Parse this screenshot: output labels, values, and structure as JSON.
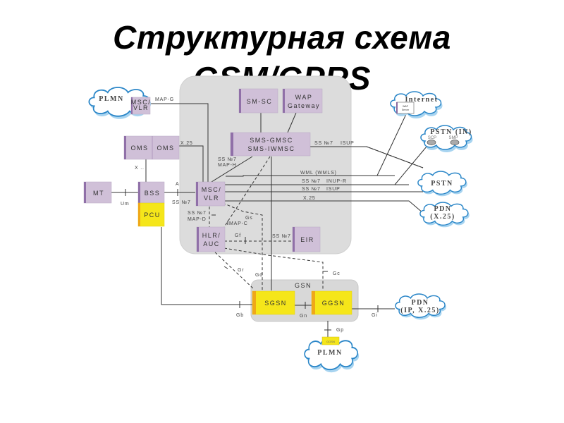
{
  "title": {
    "line1": "Структурная схема",
    "line2": "GSM/GPRS"
  },
  "colors": {
    "core_panel": "#dcdcdc",
    "node_fill": "#d0c0d8",
    "node_side": "#9070a8",
    "gprs_fill": "#f5e61a",
    "gprs_side": "#f0a818",
    "cloud_stroke": "#2a86c8",
    "cloud_shadow": "#a8d4f0",
    "line": "#333333"
  },
  "nodes": {
    "mt": "MT",
    "bss": "BSS",
    "pcu": "PCU",
    "oms1": "OMS",
    "oms2": "OMS",
    "msc_vlr_l1": "MSC/",
    "msc_vlr_l2": "VLR",
    "hlr_auc_l1": "HLR/",
    "hlr_auc_l2": "AUC",
    "eir": "EIR",
    "sm_sc": "SM-SC",
    "wap_gw_l1": "WAP",
    "wap_gw_l2": "Gateway",
    "sms_gmsc_l1": "SMS-GMSC",
    "sms_gmsc_l2": "SMS-IWMSC",
    "sgsn": "SGSN",
    "ggsn": "GGSN",
    "gsn_group": "GSN",
    "plmn_msc_l1": "MSC/",
    "plmn_msc_l2": "VLR",
    "plmn_ggsn": "GGSN",
    "wap_server_l1": "WAP",
    "wap_server_l2": "Server",
    "scp": "SCP",
    "smp": "SMP"
  },
  "clouds": {
    "plmn_top": "PLMN",
    "internet": "Internet",
    "pstn_in": "PSTN (IN)",
    "pstn": "PSTN",
    "pdn_x25_l1": "PDN",
    "pdn_x25_l2": "(X.25)",
    "pdn_ip_l1": "PDN",
    "pdn_ip_l2": "(IP, X.25)",
    "plmn_bottom": "PLMN"
  },
  "interfaces": {
    "map_g": "MAP-G",
    "x25_oms": "X.25",
    "x_oms_bss": "X ..",
    "um": "Um",
    "a": "A",
    "ss7_a": "SS №7",
    "ss7_map_h_1": "SS №7",
    "ss7_map_h_2": "MAP-H",
    "ss7_isup_sms_1": "SS №7",
    "ss7_isup_sms_2": "ISUP",
    "wml": "WML (WMLS)",
    "ss7_inup_1": "SS №7",
    "ss7_inup_2": "INUP-R",
    "ss7_isup_1": "SS №7",
    "ss7_isup_2": "ISUP",
    "x25_msc": "X.25",
    "ss7_map_d_1": "SS №7",
    "ss7_map_d_2": "MAP-D",
    "map_c": "MAP-C",
    "gs": "Gs",
    "gf": "Gf",
    "ss7_eir": "SS №7",
    "gr": "Gr",
    "gd": "Gd",
    "gc": "Gc",
    "gb": "Gb",
    "gn": "Gn",
    "gi": "Gi",
    "gp": "Gp"
  }
}
